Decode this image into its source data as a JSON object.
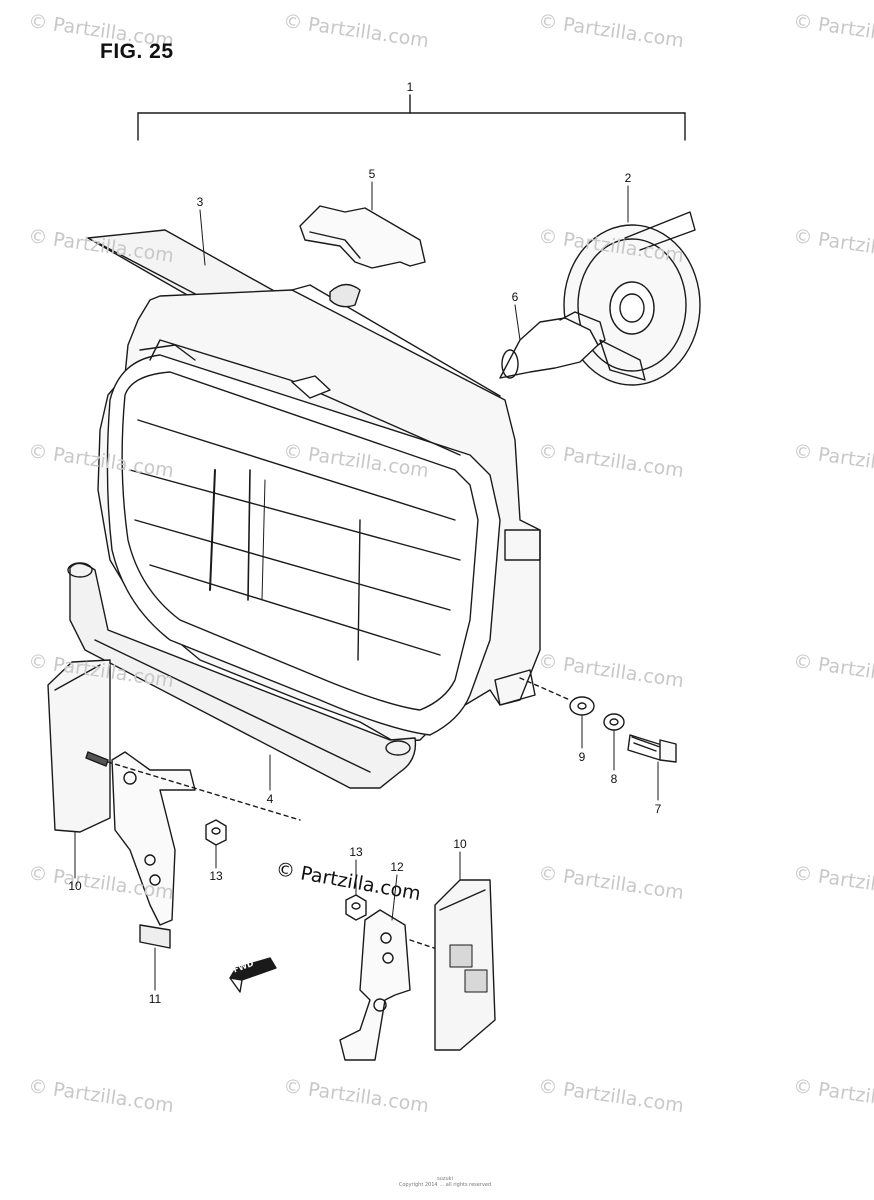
{
  "figure": {
    "title": "FIG. 25",
    "fwd_label": "FWD"
  },
  "callouts": [
    {
      "id": "c1",
      "text": "1"
    },
    {
      "id": "c2",
      "text": "2"
    },
    {
      "id": "c3",
      "text": "3"
    },
    {
      "id": "c4",
      "text": "4"
    },
    {
      "id": "c5",
      "text": "5"
    },
    {
      "id": "c6",
      "text": "6"
    },
    {
      "id": "c7",
      "text": "7"
    },
    {
      "id": "c8",
      "text": "8"
    },
    {
      "id": "c9",
      "text": "9"
    },
    {
      "id": "c10a",
      "text": "10"
    },
    {
      "id": "c10b",
      "text": "10"
    },
    {
      "id": "c11",
      "text": "11"
    },
    {
      "id": "c12",
      "text": "12"
    },
    {
      "id": "c13a",
      "text": "13"
    },
    {
      "id": "c13b",
      "text": "13"
    }
  ],
  "watermark": {
    "text": "© Partzilla.com",
    "prominent_text": "© Partzilla.com"
  },
  "footer": {
    "line1": "suzuki",
    "line2": "Copyright 2014 … all rights reserved"
  },
  "colors": {
    "ink": "#1a1a1a",
    "watermark": "#c8c8c8"
  }
}
